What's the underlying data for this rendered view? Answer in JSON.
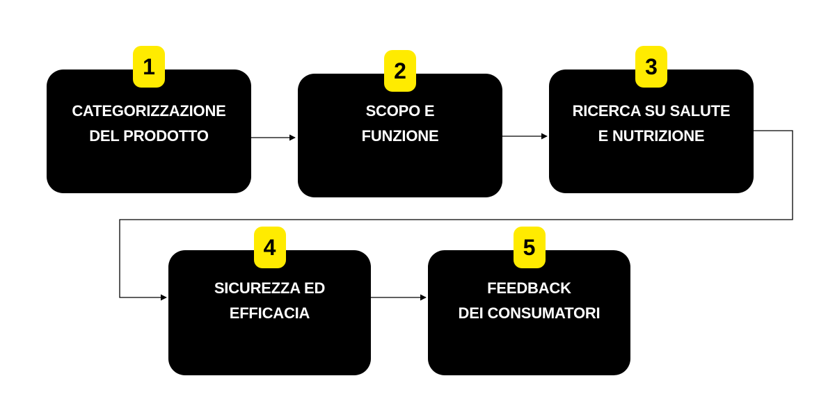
{
  "colors": {
    "box": "#000000",
    "badge": "#FFEB00",
    "text": "#FFFFFF",
    "line": "#000000"
  },
  "steps": [
    {
      "number": "1",
      "line1": "CATEGORIZZAZIONE",
      "line2": "DEL PRODOTTO"
    },
    {
      "number": "2",
      "line1": "SCOPO E",
      "line2": "FUNZIONE"
    },
    {
      "number": "3",
      "line1": "RICERCA SU SALUTE",
      "line2": "E NUTRIZIONE"
    },
    {
      "number": "4",
      "line1": "SICUREZZA ED",
      "line2": "EFFICACIA"
    },
    {
      "number": "5",
      "line1": "FEEDBACK",
      "line2": "DEI CONSUMATORI"
    }
  ]
}
